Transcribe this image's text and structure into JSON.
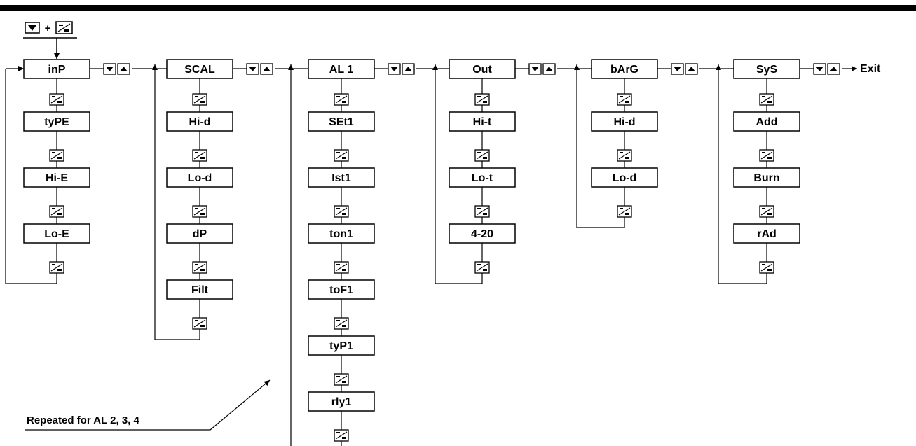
{
  "columns": [
    {
      "header": "inP",
      "items": [
        "tyPE",
        "Hi-E",
        "Lo-E"
      ]
    },
    {
      "header": "SCAL",
      "items": [
        "Hi-d",
        "Lo-d",
        "dP",
        "Filt"
      ]
    },
    {
      "header": "AL 1",
      "items": [
        "SEt1",
        "Ist1",
        "ton1",
        "toF1",
        "tyP1",
        "rly1"
      ]
    },
    {
      "header": "Out",
      "items": [
        "Hi-t",
        "Lo-t",
        "4-20"
      ]
    },
    {
      "header": "bArG",
      "items": [
        "Hi-d",
        "Lo-d"
      ]
    },
    {
      "header": "SyS",
      "items": [
        "Add",
        "Burn",
        "rAd"
      ]
    }
  ],
  "entry_plus": "+",
  "exit_label": "Exit",
  "footnote": "Repeated for AL 2, 3, 4",
  "key_icons": {
    "set_ok": "set-ok-key-icon",
    "down": "down-arrow-key-icon",
    "up": "up-arrow-key-icon"
  },
  "colors": {
    "line": "#000000",
    "background": "#ffffff"
  }
}
